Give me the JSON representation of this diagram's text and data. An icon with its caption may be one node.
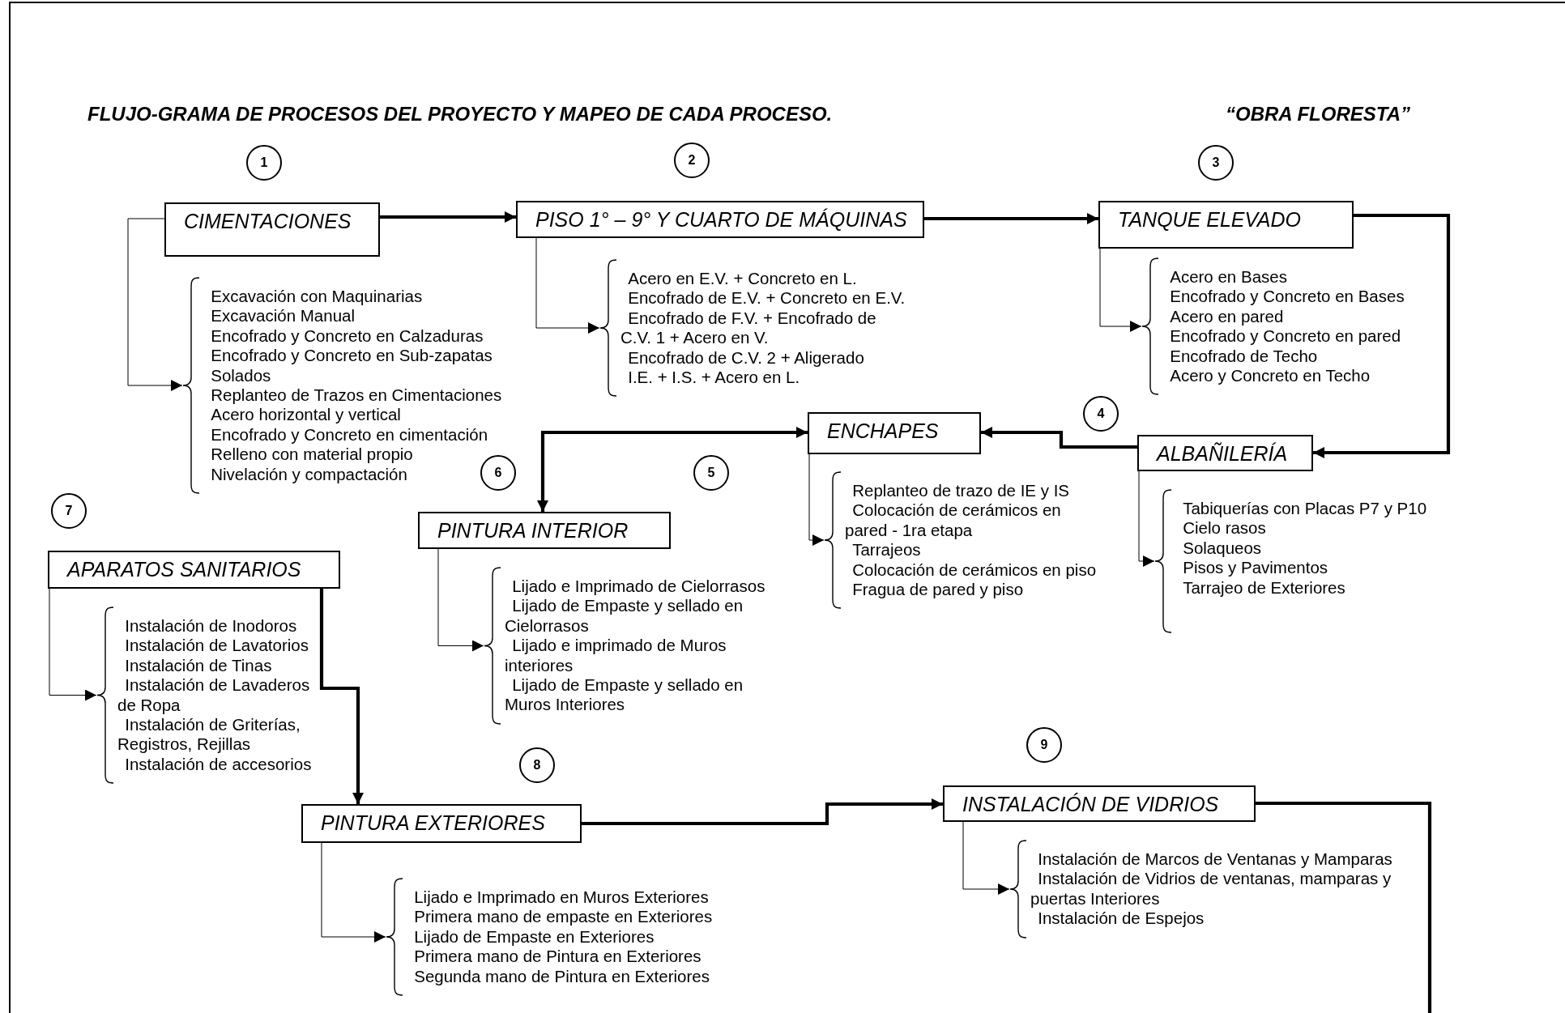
{
  "diagram": {
    "title": "FLUJO-GRAMA DE PROCESOS DEL PROYECTO Y MAPEO DE CADA PROCESO.",
    "nodes": [
      {
        "text": [
          "CIMENTACIONES"
        ]
      },
      {
        "text": [
          "Excavación con Maquinarias",
          "Excavación Manual",
          "Encofrado y Concreto en Calzaduras",
          "Encofrado y Concreto en Sub-zapatas",
          "Solados",
          "Replanteo de Trazos en Cimentaciones",
          "Acero horizontal y vertical",
          "Encofrado y Concreto en cimentación",
          "Relleno con material propio",
          "Nivelación y compactación"
        ]
      },
      {
        "text": [
          "PISO 1° – 9° Y CUARTO DE MÁQUINAS"
        ]
      },
      {
        "text": [
          "Acero en E.V. + Concreto en L.",
          "Encofrado de E.V. + Concreto en E.V.",
          "Encofrado de F.V. + Encofrado de C.V. 1 + Acero en V.",
          "Encofrado de C.V. 2 + Aligerado",
          "I.E. + I.S. + Acero en L."
        ]
      },
      {
        "text": [
          "TANQUE ELEVADO"
        ]
      },
      {
        "text": [
          "Acero en Bases",
          "Encofrado y Concreto en Bases",
          "Acero en pared",
          "Encofrado y Concreto en pared",
          "Encofrado de Techo",
          "Acero y Concreto en Techo"
        ]
      },
      {
        "text": [
          "ALBAÑILERÍA"
        ]
      },
      {
        "text": [
          "Tabiquerías con Placas P7 y P10",
          "Cielo rasos",
          "Solaqueos",
          "Pisos y Pavimentos",
          "Tarrajeo de Exteriores"
        ]
      },
      {
        "text": [
          "ENCHAPES"
        ]
      },
      {
        "text": [
          "Replanteo de trazo de IE y IS",
          "Colocación de cerámicos en pared - 1ra etapa",
          "Tarrajeos",
          "Colocación de cerámicos en piso",
          "Fragua de pared y piso"
        ]
      },
      {
        "text": [
          "PINTURA INTERIOR"
        ]
      },
      {
        "text": [
          "Lijado e Imprimado de Cielorrasos",
          "Lijado de Empaste y sellado en Cielorrasos",
          "Lijado e imprimado de Muros interiores",
          "Lijado de Empaste y sellado en Muros Interiores"
        ]
      },
      {
        "text": [
          "APARATOS SANITARIOS"
        ]
      },
      {
        "text": [
          "Instalación de Inodoros",
          "Instalación de Lavatorios",
          "Instalación de Tinas",
          "Instalación de Lavaderos de Ropa",
          "Instalación de Griterías, Registros, Rejillas",
          "Instalación de accesorios"
        ]
      },
      {
        "text": [
          "PINTURA EXTERIORES"
        ]
      },
      {
        "text": [
          "Lijado e Imprimado en Muros Exteriores",
          "Primera mano de empaste en Exteriores",
          "Lijado de Empaste en Exteriores",
          "Primera mano de Pintura en Exteriores",
          "Segunda mano de Pintura en Exteriores"
        ]
      },
      {
        "text": [
          "INSTALACIÓN DE VIDRIOS"
        ]
      },
      {
        "text": [
          "Instalación de Marcos de Ventanas y Mamparas",
          "Instalación de Vidrios de ventanas, mamparas y puertas Interiores",
          "Instalación de Espejos"
        ]
      },
      {
        "text": [
          "1"
        ]
      },
      {
        "text": [
          "2"
        ]
      },
      {
        "text": [
          "3"
        ]
      },
      {
        "text": [
          "4"
        ]
      },
      {
        "text": [
          "5"
        ]
      },
      {
        "text": [
          "6"
        ]
      },
      {
        "text": [
          "7"
        ]
      },
      {
        "text": [
          "8"
        ]
      },
      {
        "text": [
          "9"
        ]
      }
    ],
    "edges": [
      {
        "from": 0,
        "to": 2,
        "arrow": "to",
        "style": "thick"
      },
      {
        "from": 2,
        "to": 4,
        "arrow": "to",
        "style": "thick"
      },
      {
        "from": 4,
        "to": 6,
        "arrow": "to",
        "style": "thick"
      },
      {
        "from": 6,
        "to": 8,
        "arrow": "to",
        "style": "thick"
      },
      {
        "from": 8,
        "to": 10,
        "arrow": "both",
        "style": "thick"
      },
      {
        "from": 12,
        "to": 14,
        "arrow": "to",
        "style": "thick"
      },
      {
        "from": 14,
        "to": 16,
        "arrow": "to",
        "style": "thick"
      },
      {
        "from": 16,
        "to": null,
        "arrow": "none",
        "style": "thick"
      },
      {
        "from": 0,
        "to": 1,
        "arrow": "to"
      },
      {
        "from": 2,
        "to": 3,
        "arrow": "to"
      },
      {
        "from": 4,
        "to": 5,
        "arrow": "to"
      },
      {
        "from": 6,
        "to": 7,
        "arrow": "to"
      },
      {
        "from": 8,
        "to": 9,
        "arrow": "to"
      },
      {
        "from": 10,
        "to": 11,
        "arrow": "to"
      },
      {
        "from": 12,
        "to": 13,
        "arrow": "to"
      },
      {
        "from": 14,
        "to": 15,
        "arrow": "to"
      },
      {
        "from": 16,
        "to": 17,
        "arrow": "to"
      }
    ],
    "labels": [
      "“OBRA FLORESTA”"
    ]
  }
}
